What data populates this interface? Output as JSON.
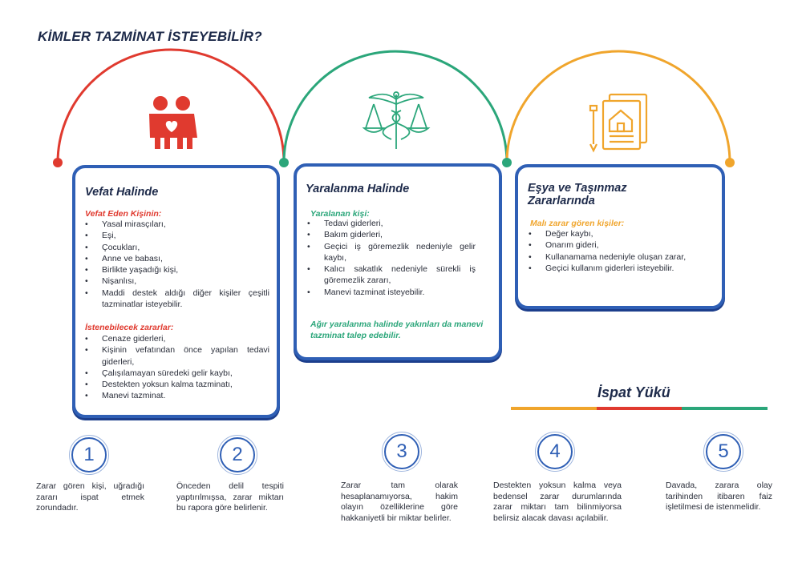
{
  "title": "KİMLER TAZMİNAT İSTEYEBİLİR?",
  "colors": {
    "red": "#e03a2f",
    "green": "#2ba67a",
    "orange": "#f0a52c",
    "blue": "#2f5fb5"
  },
  "cards": {
    "vefat": {
      "title": "Vefat Halinde",
      "subtitle1": "Vefat Eden Kişinin:",
      "list1": [
        "Yasal mirasçıları,",
        "Eşi,",
        "Çocukları,",
        "Anne ve babası,",
        "Birlikte yaşadığı kişi,",
        "Nişanlısı,",
        "Maddi destek aldığı diğer kişiler çeşitli tazminatlar isteyebilir."
      ],
      "subtitle2": "İstenebilecek zararlar:",
      "list2": [
        "Cenaze giderleri,",
        "Kişinin vefatından önce yapılan tedavi giderleri,",
        "Çalışılamayan süredeki gelir kaybı,",
        "Destekten yoksun kalma tazminatı,",
        "Manevi tazminat."
      ],
      "icon": "family-heart-icon"
    },
    "yaralanma": {
      "title": "Yaralanma Halinde",
      "subtitle1": "Yaralanan kişi:",
      "list1": [
        "Tedavi giderleri,",
        "Bakım giderleri,",
        "Geçici iş göremezlik nedeniyle gelir kaybı,",
        "Kalıcı sakatlık nedeniyle sürekli iş göremezlik zararı,",
        "Manevi tazminat isteyebilir."
      ],
      "note": "Ağır yaralanma halinde yakınları da manevi tazminat talep edebilir.",
      "icon": "caduceus-scales-icon"
    },
    "esya": {
      "title": "Eşya ve Taşınmaz Zararlarında",
      "subtitle1": "Malı zarar gören kişiler:",
      "list1": [
        "Değer kaybı,",
        "Onarım gideri,",
        "Kullanamama nedeniyle oluşan zarar,",
        "Geçici kullanım giderleri isteyebilir."
      ],
      "icon": "property-documents-icon"
    }
  },
  "ispat": {
    "title": "İspat Yükü",
    "steps": [
      {
        "num": "1",
        "text": "Zarar gören kişi, uğradığı zararı ispat etmek zorundadır."
      },
      {
        "num": "2",
        "text": "Önceden delil tespiti yaptırılmışsa, zarar miktarı bu rapora göre belirlenir."
      },
      {
        "num": "3",
        "text": "Zarar tam olarak hesaplanamıyorsa, hakim olayın özelliklerine göre hakkaniyetli bir miktar belirler."
      },
      {
        "num": "4",
        "text": "Destekten yoksun kalma veya bedensel zarar durumlarında zarar miktarı tam bilinmiyorsa belirsiz alacak davası açılabilir."
      },
      {
        "num": "5",
        "text": "Davada, zarara olay tarihinden itibaren faiz işletilmesi de istenmelidir."
      }
    ]
  }
}
